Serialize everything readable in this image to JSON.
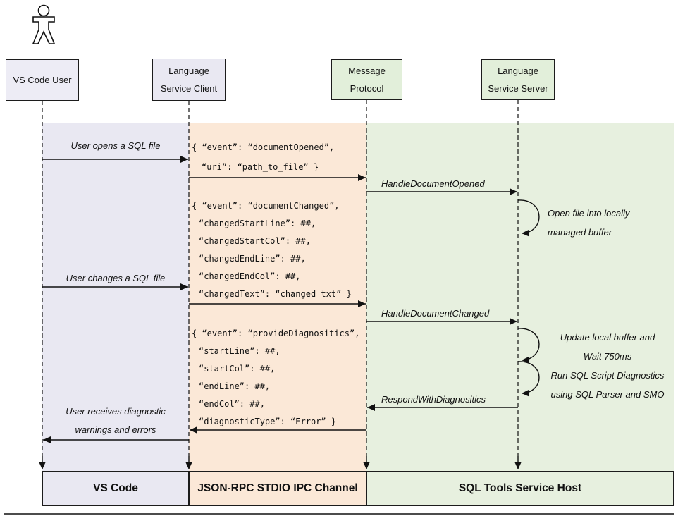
{
  "colors": {
    "lavender": "#e9e8f2",
    "peach": "#fbe8d7",
    "green": "#e7f0df",
    "line": "#111111"
  },
  "actors": {
    "user": [
      "VS Code User"
    ],
    "client": [
      "Language",
      "Service Client"
    ],
    "protocol": [
      "Message",
      "Protocol"
    ],
    "server": [
      "Language",
      "Service Server"
    ]
  },
  "labels": {
    "user_opens": "User opens a SQL file",
    "user_changes": "User changes a SQL file",
    "user_receives": [
      "User receives diagnostic",
      "warnings and errors"
    ],
    "handle_opened": "HandleDocumentOpened",
    "handle_changed": "HandleDocumentChanged",
    "respond": "RespondWithDiagnositics",
    "open_file": [
      "Open file into locally",
      "managed buffer"
    ],
    "update_buffer": [
      "Update local buffer and",
      "Wait 750ms"
    ],
    "run_diagnostics": [
      "Run SQL Script Diagnostics",
      "using SQL Parser and SMO"
    ]
  },
  "messages": {
    "document_opened": [
      "{ “event”: “documentOpened”,",
      "“uri”: “path_to_file” }"
    ],
    "document_changed": [
      "{ “event”: “documentChanged”,",
      "“changedStartLine”: ##,",
      "“changedStartCol”: ##,",
      "“changedEndLine”: ##,",
      "“changedEndCol”: ##,",
      "“changedText”: “changed txt” }"
    ],
    "provide_diagnostics": [
      "{ “event”: “provideDiagnositics”,",
      "“startLine”: ##,",
      "“startCol”: ##,",
      "“endLine”: ##,",
      "“endCol”: ##,",
      "“diagnosticType”: “Error” }"
    ]
  },
  "footer": {
    "vscode": "VS Code",
    "channel": "JSON-RPC STDIO IPC Channel",
    "host": "SQL Tools Service Host"
  }
}
